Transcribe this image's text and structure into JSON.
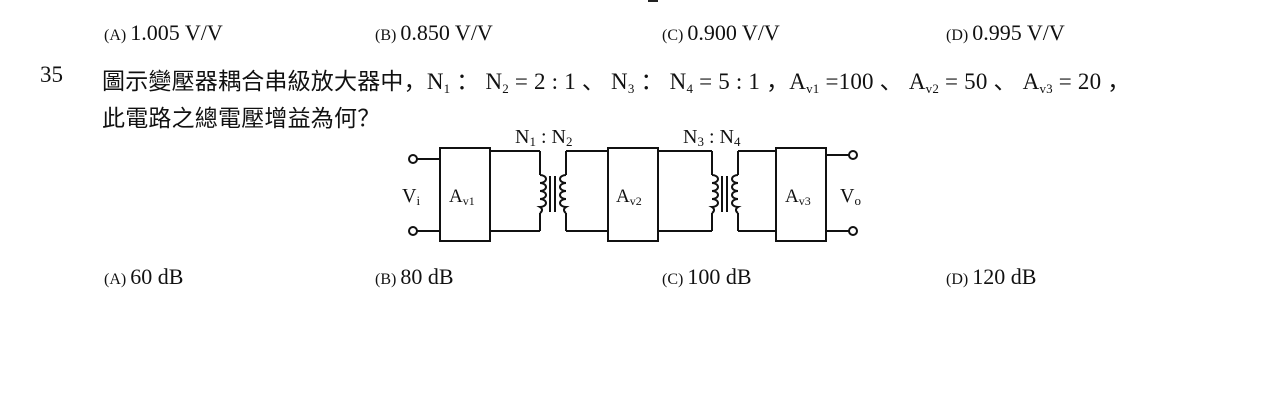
{
  "prev_options": [
    {
      "label": "(A)",
      "value": "1.005 V/V"
    },
    {
      "label": "(B)",
      "value": "0.850 V/V"
    },
    {
      "label": "(C)",
      "value": "0.900 V/V"
    },
    {
      "label": "(D)",
      "value": "0.995 V/V"
    }
  ],
  "question": {
    "number": "35",
    "line1_lead": "圖示變壓器耦合串級放大器中，",
    "n1": "N",
    "n1_sub": "1",
    "ratio_sep": " ： ",
    "n2": "N",
    "n2_sub": "2",
    "ratio12": " = 2 : 1 、",
    "n3": "N",
    "n3_sub": "3",
    "n4": "N",
    "n4_sub": "4",
    "ratio34": " = 5 : 1 ，",
    "av1": "A",
    "av1_sub": "v1",
    "av1_val": " =100 、",
    "av2": "A",
    "av2_sub": "v2",
    "av2_val": " = 50 、",
    "av3": "A",
    "av3_sub": "v3",
    "av3_val": " = 20 ，",
    "line2": "此電路之總電壓增益為何？"
  },
  "diagram": {
    "n12_main": "N",
    "n12_s1": "1",
    "n12_colon": " : ",
    "n12_n2": "N",
    "n12_s2": "2",
    "n34_main": "N",
    "n34_s1": "3",
    "n34_colon": " : ",
    "n34_n4": "N",
    "n34_s2": "4",
    "vi": "V",
    "vi_sub": "i",
    "vo": "V",
    "vo_sub": "o",
    "amp1": "A",
    "amp1_sub": "v1",
    "amp2": "A",
    "amp2_sub": "v2",
    "amp3": "A",
    "amp3_sub": "v3"
  },
  "options": [
    {
      "label": "(A)",
      "value": "60 dB"
    },
    {
      "label": "(B)",
      "value": "80 dB"
    },
    {
      "label": "(C)",
      "value": "100 dB"
    },
    {
      "label": "(D)",
      "value": "120 dB"
    }
  ]
}
